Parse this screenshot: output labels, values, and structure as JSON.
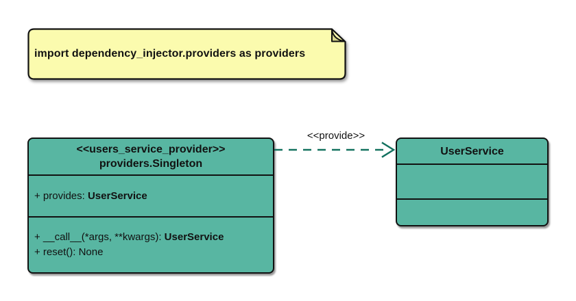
{
  "note": {
    "text": "import dependency_injector.providers as providers"
  },
  "relation": {
    "label": "<<provide>>",
    "style": "dashed-open-arrow"
  },
  "classes": {
    "singleton": {
      "stereotype": "<<users_service_provider>>",
      "name": "providers.Singleton",
      "attributes": [
        {
          "text": "+ provides: ",
          "type": "UserService"
        }
      ],
      "methods": [
        {
          "text": "+ __call__(*args, **kwargs): ",
          "type": "UserService"
        },
        {
          "text": "+ reset(): None",
          "type": ""
        }
      ]
    },
    "user_service": {
      "name": "UserService",
      "attributes": [],
      "methods": []
    }
  },
  "colors": {
    "class_fill": "#58B6A2",
    "note_fill": "#FBFBAE",
    "note_fold": "#D9D98C",
    "arrow": "#12715F",
    "border": "#111111"
  }
}
